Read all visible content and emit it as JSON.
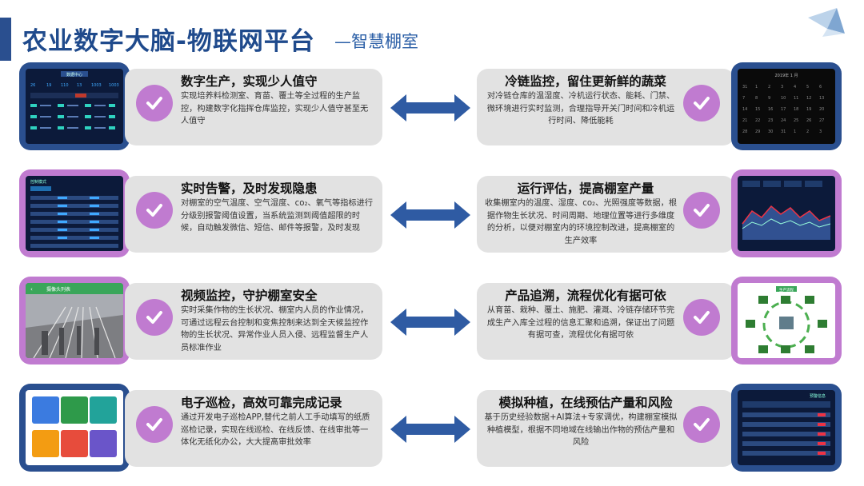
{
  "header": {
    "title": "农业数字大脑-物联网平台",
    "subtitle": "—智慧棚室"
  },
  "colors": {
    "navy": "#2a4f8f",
    "purple": "#c07bd0",
    "card": "#e2e2e2",
    "arrow": "#2f5ba3"
  },
  "rows": [
    {
      "left": {
        "title": "数字生产，实现少人值守",
        "desc": "实现培养料检测室、育苗、覆土等全过程的生产监控，构建数字化指挥仓库监控，实现少人值守甚至无人值守"
      },
      "right": {
        "title": "冷链监控，留住更新鲜的蔬菜",
        "desc": "对冷链仓库的温湿度、冷机运行状态、能耗、门禁、微环境进行实时监测，合理指导开关门时间和冷机运行时间、降低能耗"
      }
    },
    {
      "left": {
        "title": "实时告警，及时发现隐患",
        "desc": "对棚室的空气温度、空气湿度、co₂、氧气等指标进行分级别报警阈值设置，当系统监测到阈值超限的时候，自动触发微信、短信、邮件等报警，及时发现"
      },
      "right": {
        "title": "运行评估，提高棚室产量",
        "desc": "收集棚室内的温度、湿度、co₂、光照强度等数据，根据作物生长状况、时间周期、地理位置等进行多维度的分析，以便对棚室内的环境控制改进，提高棚室的生产效率"
      }
    },
    {
      "left": {
        "title": "视频监控，守护棚室安全",
        "desc": "实时采集作物的生长状况、棚室内人员的作业情况，可通过远程云台控制和变焦控制来达到全天候监控作物的生长状况、异常作业人员入侵、远程监督生产人员标准作业"
      },
      "right": {
        "title": "产品追溯，流程优化有据可依",
        "desc": "从育苗、栽种、覆土、施肥、灌溉、冷链存储环节完成生产入库全过程的信息汇聚和追溯，保证出了问题有据可查，流程优化有据可依"
      }
    },
    {
      "left": {
        "title": "电子巡检，高效可靠完成记录",
        "desc": "通过开发电子巡检APP,替代之前人工手动填写的纸质巡检记录，实现在线巡检、在线反馈、在线审批等一体化无纸化办公，大大提高审批效率"
      },
      "right": {
        "title": "模拟种植，在线预估产量和风险",
        "desc": "基于历史经验数据+AI算法+专家调优，构建棚室模拟种植模型，根据不同地域在线输出作物的预估产量和风险"
      }
    }
  ],
  "thumbs": {
    "t1_header": "数据中心",
    "t2_header": "2019年 1 月",
    "t3_header": "控制模式",
    "t5_header": "摄像头列表",
    "t7_header": "生产流程",
    "t8_header": "预警信息"
  }
}
